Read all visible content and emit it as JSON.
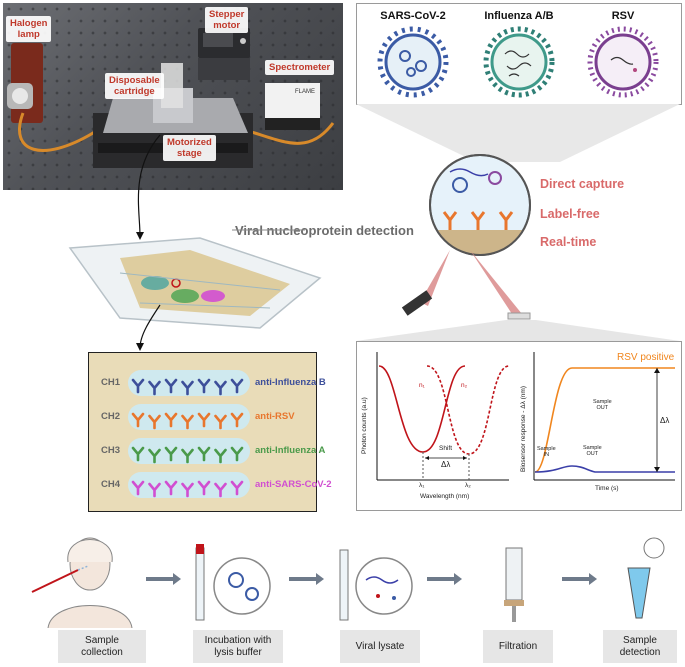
{
  "setup_photo": {
    "labels": {
      "halogen_lamp": "Halogen\nlamp",
      "stepper_motor": "Stepper\nmotor",
      "disposable_cartridge": "Disposable\ncartridge",
      "spectrometer": "Spectrometer",
      "motorized_stage": "Motorized\nstage"
    },
    "spectrometer_brand": "FLAME"
  },
  "viruses": {
    "sars": "SARS-CoV-2",
    "flu": "Influenza A/B",
    "rsv": "RSV"
  },
  "features": [
    "Direct capture",
    "Label-free",
    "Real-time"
  ],
  "detection_title": "Viral nucleoprotein detection",
  "channels": [
    {
      "id": "CH1",
      "antibody": "anti-Influenza B",
      "color": "#3d4f9a"
    },
    {
      "id": "CH2",
      "antibody": "anti-RSV",
      "color": "#e8762d"
    },
    {
      "id": "CH3",
      "antibody": "anti-Influenza A",
      "color": "#4a9a4a"
    },
    {
      "id": "CH4",
      "antibody": "anti-SARS-CoV-2",
      "color": "#d14fd1"
    }
  ],
  "graph_left": {
    "ylabel": "Photon counts (a.u)",
    "xlabel": "Wavelength (nm)",
    "n1": "n₁",
    "n2": "n₂",
    "shift": "Shift",
    "delta": "Δλ",
    "l1": "λ₁",
    "l2": "λ₂"
  },
  "graph_right": {
    "ylabel": "Biosensor response - Δλ (nm)",
    "xlabel": "Time (s)",
    "title": "RSV positive",
    "delta": "Δλ",
    "sample_in": "Sample\nIN",
    "sample_out_1": "Sample\nOUT",
    "sample_out_2": "Sample\nOUT"
  },
  "workflow": [
    "Sample\ncollection",
    "Incubation with\nlysis buffer",
    "Viral lysate",
    "Filtration",
    "Sample\ndetection"
  ],
  "colors": {
    "feature_red": "#d96a6a",
    "curve_red": "#c0141a",
    "rsv_orange": "#f0861e",
    "sensor_blue": "#3a3fa8",
    "pill_blue": "#cfe9ef",
    "panel_tan": "#e9dcb8"
  }
}
